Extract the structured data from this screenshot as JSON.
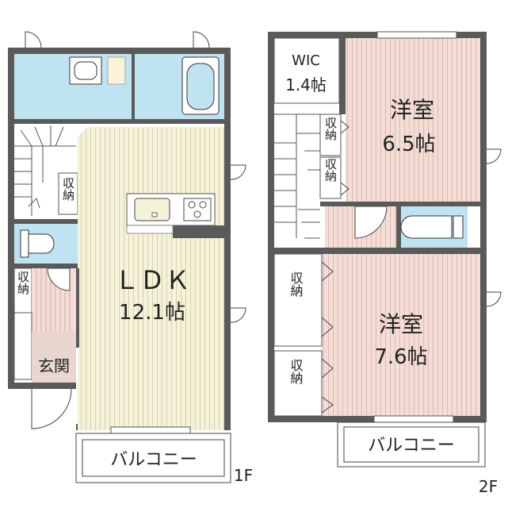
{
  "floor1": {
    "floor_label": "1F",
    "ldk": {
      "name": "ＬＤＫ",
      "size": "12.1帖"
    },
    "storage_1": "収納",
    "storage_2": "収納",
    "genkan": "玄関",
    "balcony": "バルコニー"
  },
  "floor2": {
    "floor_label": "2F",
    "wic": {
      "name": "WIC",
      "size": "1.4帖"
    },
    "room_a": {
      "name": "洋室",
      "size": "6.5帖"
    },
    "room_b": {
      "name": "洋室",
      "size": "7.6帖"
    },
    "storage_1": "収納",
    "storage_2": "収納",
    "storage_3": "収納",
    "storage_4": "収納",
    "balcony": "バルコニー"
  },
  "colors": {
    "wall": "#5a5a5a",
    "floor_wood": "#f4f2d9",
    "floor_pink": "#f4ddd6",
    "wet_area": "#bfe3f0",
    "genkan_floor": "#e8d6cf"
  }
}
